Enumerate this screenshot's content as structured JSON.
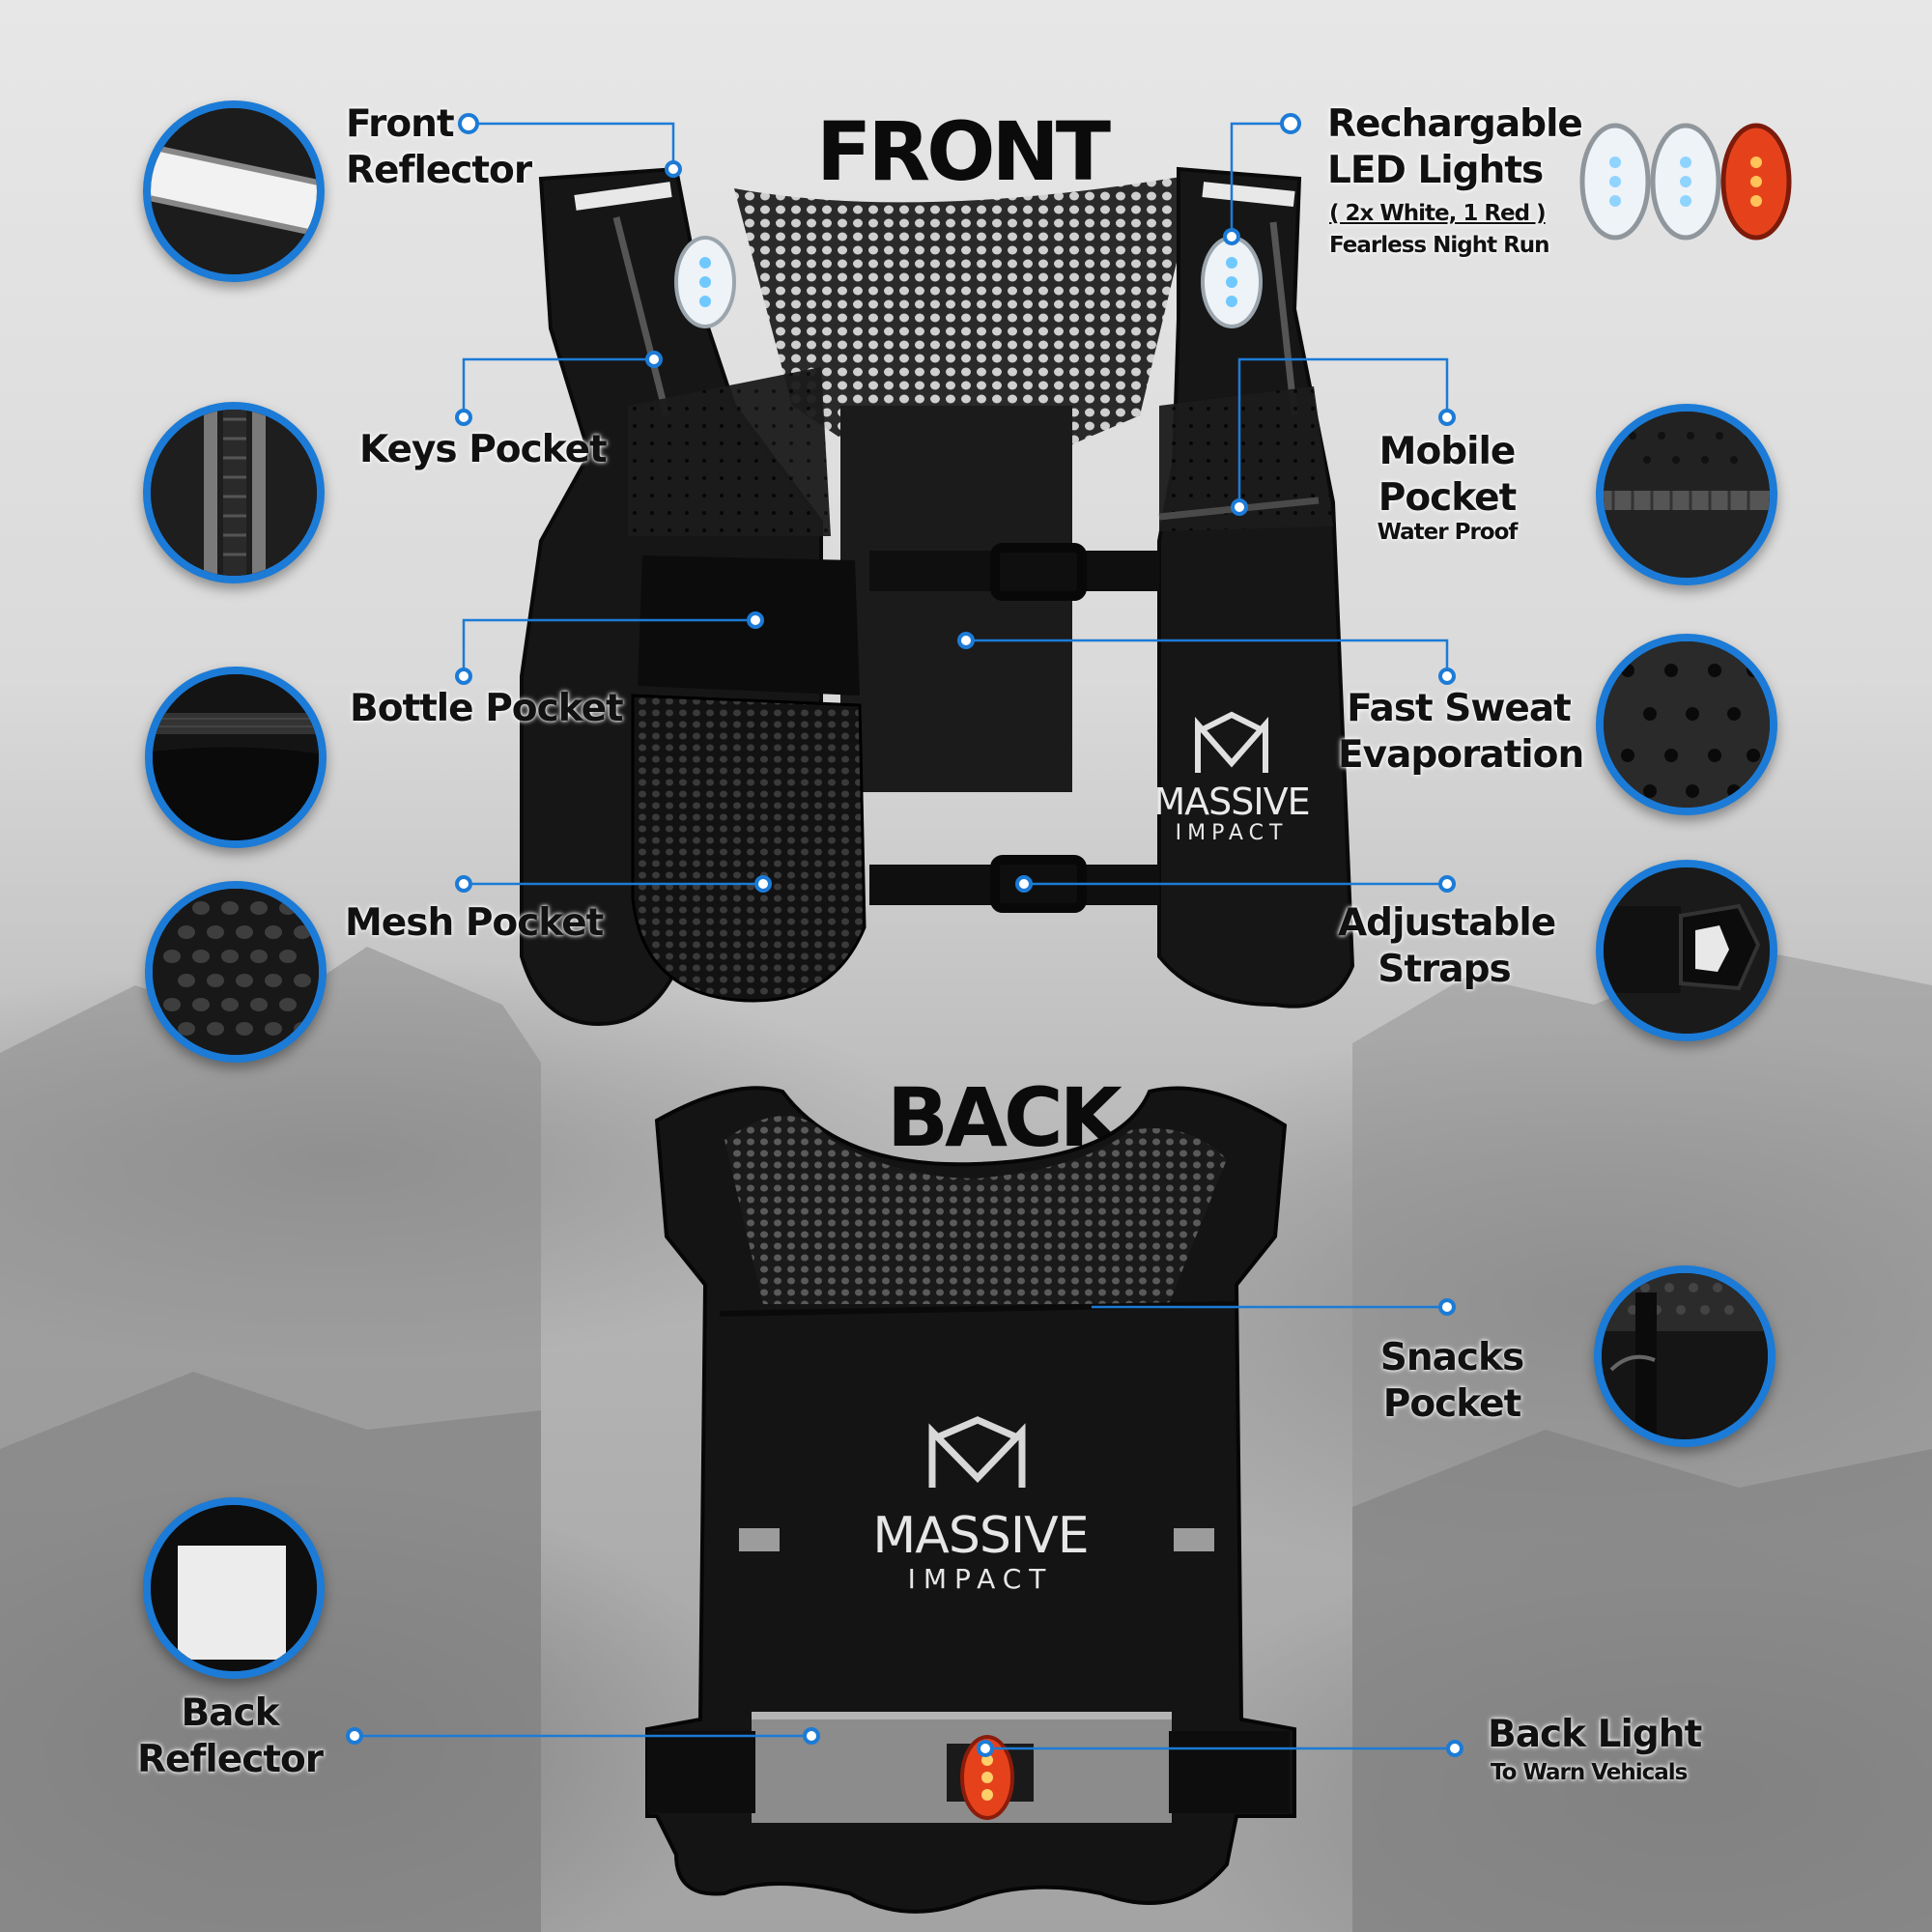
{
  "headings": {
    "front": "FRONT",
    "back": "BACK"
  },
  "features": {
    "front_reflector": {
      "line1": "Front",
      "line2": "Reflector"
    },
    "led_lights": {
      "line1": "Rechargable",
      "line2": "LED Lights",
      "detail": "( 2x White, 1 Red )",
      "note": "Fearless Night Run"
    },
    "keys_pocket": {
      "label": "Keys Pocket"
    },
    "mobile_pocket": {
      "line1": "Mobile",
      "line2": "Pocket",
      "note": "Water Proof"
    },
    "bottle_pocket": {
      "label": "Bottle Pocket"
    },
    "fast_sweat": {
      "line1": "Fast Sweat",
      "line2": "Evaporation"
    },
    "mesh_pocket": {
      "label": "Mesh Pocket"
    },
    "adjustable_straps": {
      "line1": "Adjustable",
      "line2": "Straps"
    },
    "snacks_pocket": {
      "line1": "Snacks",
      "line2": "Pocket"
    },
    "back_reflector": {
      "line1": "Back",
      "line2": "Reflector"
    },
    "back_light": {
      "line1": "Back Light",
      "note": "To Warn Vehicals"
    }
  },
  "brand": {
    "name": "MASSIVE",
    "tagline": "IMPACT"
  },
  "colors": {
    "accent": "#1c7bd6",
    "vest": "#151515",
    "red_light": "#e5421c",
    "white_light": "#e8eef3"
  },
  "icons": [
    "reflector-closeup-icon",
    "zipper-closeup-icon",
    "bottle-pocket-closeup-icon",
    "mesh-closeup-icon",
    "zipper-closeup-right-icon",
    "perforation-closeup-icon",
    "buckle-closeup-icon",
    "snacks-pocket-closeup-icon",
    "back-reflector-closeup-icon"
  ]
}
